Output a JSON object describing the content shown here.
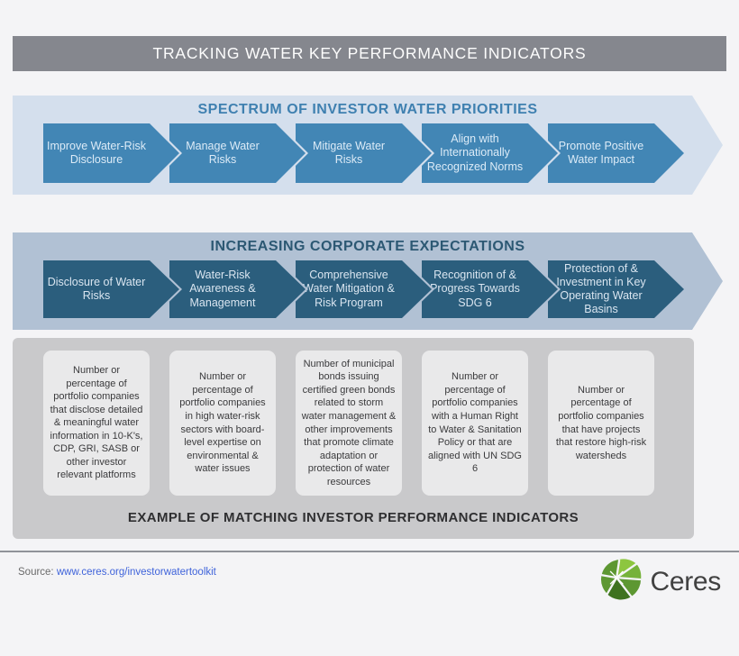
{
  "title": "TRACKING WATER KEY PERFORMANCE INDICATORS",
  "spectrum_band": {
    "title": "SPECTRUM OF INVESTOR WATER PRIORITIES",
    "items": [
      "Improve Water-Risk Disclosure",
      "Manage Water Risks",
      "Mitigate Water Risks",
      "Align with Internationally Recognized Norms",
      "Promote Positive Water Impact"
    ]
  },
  "expectations_band": {
    "title": "INCREASING CORPORATE EXPECTATIONS",
    "items": [
      "Disclosure of Water Risks",
      "Water-Risk Awareness & Management",
      "Comprehensive Water Mitigation & Risk Program",
      "Recognition of & Progress Towards SDG 6",
      "Protection of & Investment in Key Operating Water Basins"
    ]
  },
  "indicators": {
    "cards": [
      "Number or percentage of portfolio companies that disclose detailed & meaningful water information in 10-K's, CDP, GRI, SASB or other investor relevant platforms",
      "Number or percentage of portfolio companies in high water-risk sectors with board-level expertise on environmental & water issues",
      "Number of municipal bonds issuing certified green bonds related to storm water management & other improvements that promote climate adaptation or protection of water resources",
      "Number or percentage of portfolio companies with a Human Right to Water & Sanitation Policy or that are aligned with UN SDG 6",
      "Number or percentage of portfolio companies that have projects that restore high-risk watersheds"
    ],
    "caption": "EXAMPLE OF MATCHING INVESTOR PERFORMANCE INDICATORS"
  },
  "footer": {
    "source_label": "Source:",
    "source_link": "www.ceres.org/investorwatertoolkit",
    "logo_text": "Ceres",
    "logo_icon": "ceres-leaf-icon"
  },
  "colors": {
    "banner_gray": "#85878e",
    "band1_bg": "#d4dfed",
    "band1_arrow": "#4286b5",
    "band1_title": "#3f80b0",
    "band2_bg": "#b1c1d4",
    "band2_arrow": "#2b5e7d",
    "band2_title": "#2c5873",
    "indicators_bg": "#c9c9cb",
    "card_bg": "#e9e9ea",
    "link_blue": "#3f63da",
    "ceres_green_light": "#8dc63f",
    "ceres_green_dark": "#4e8c28",
    "page_bg": "#f4f4f6"
  }
}
